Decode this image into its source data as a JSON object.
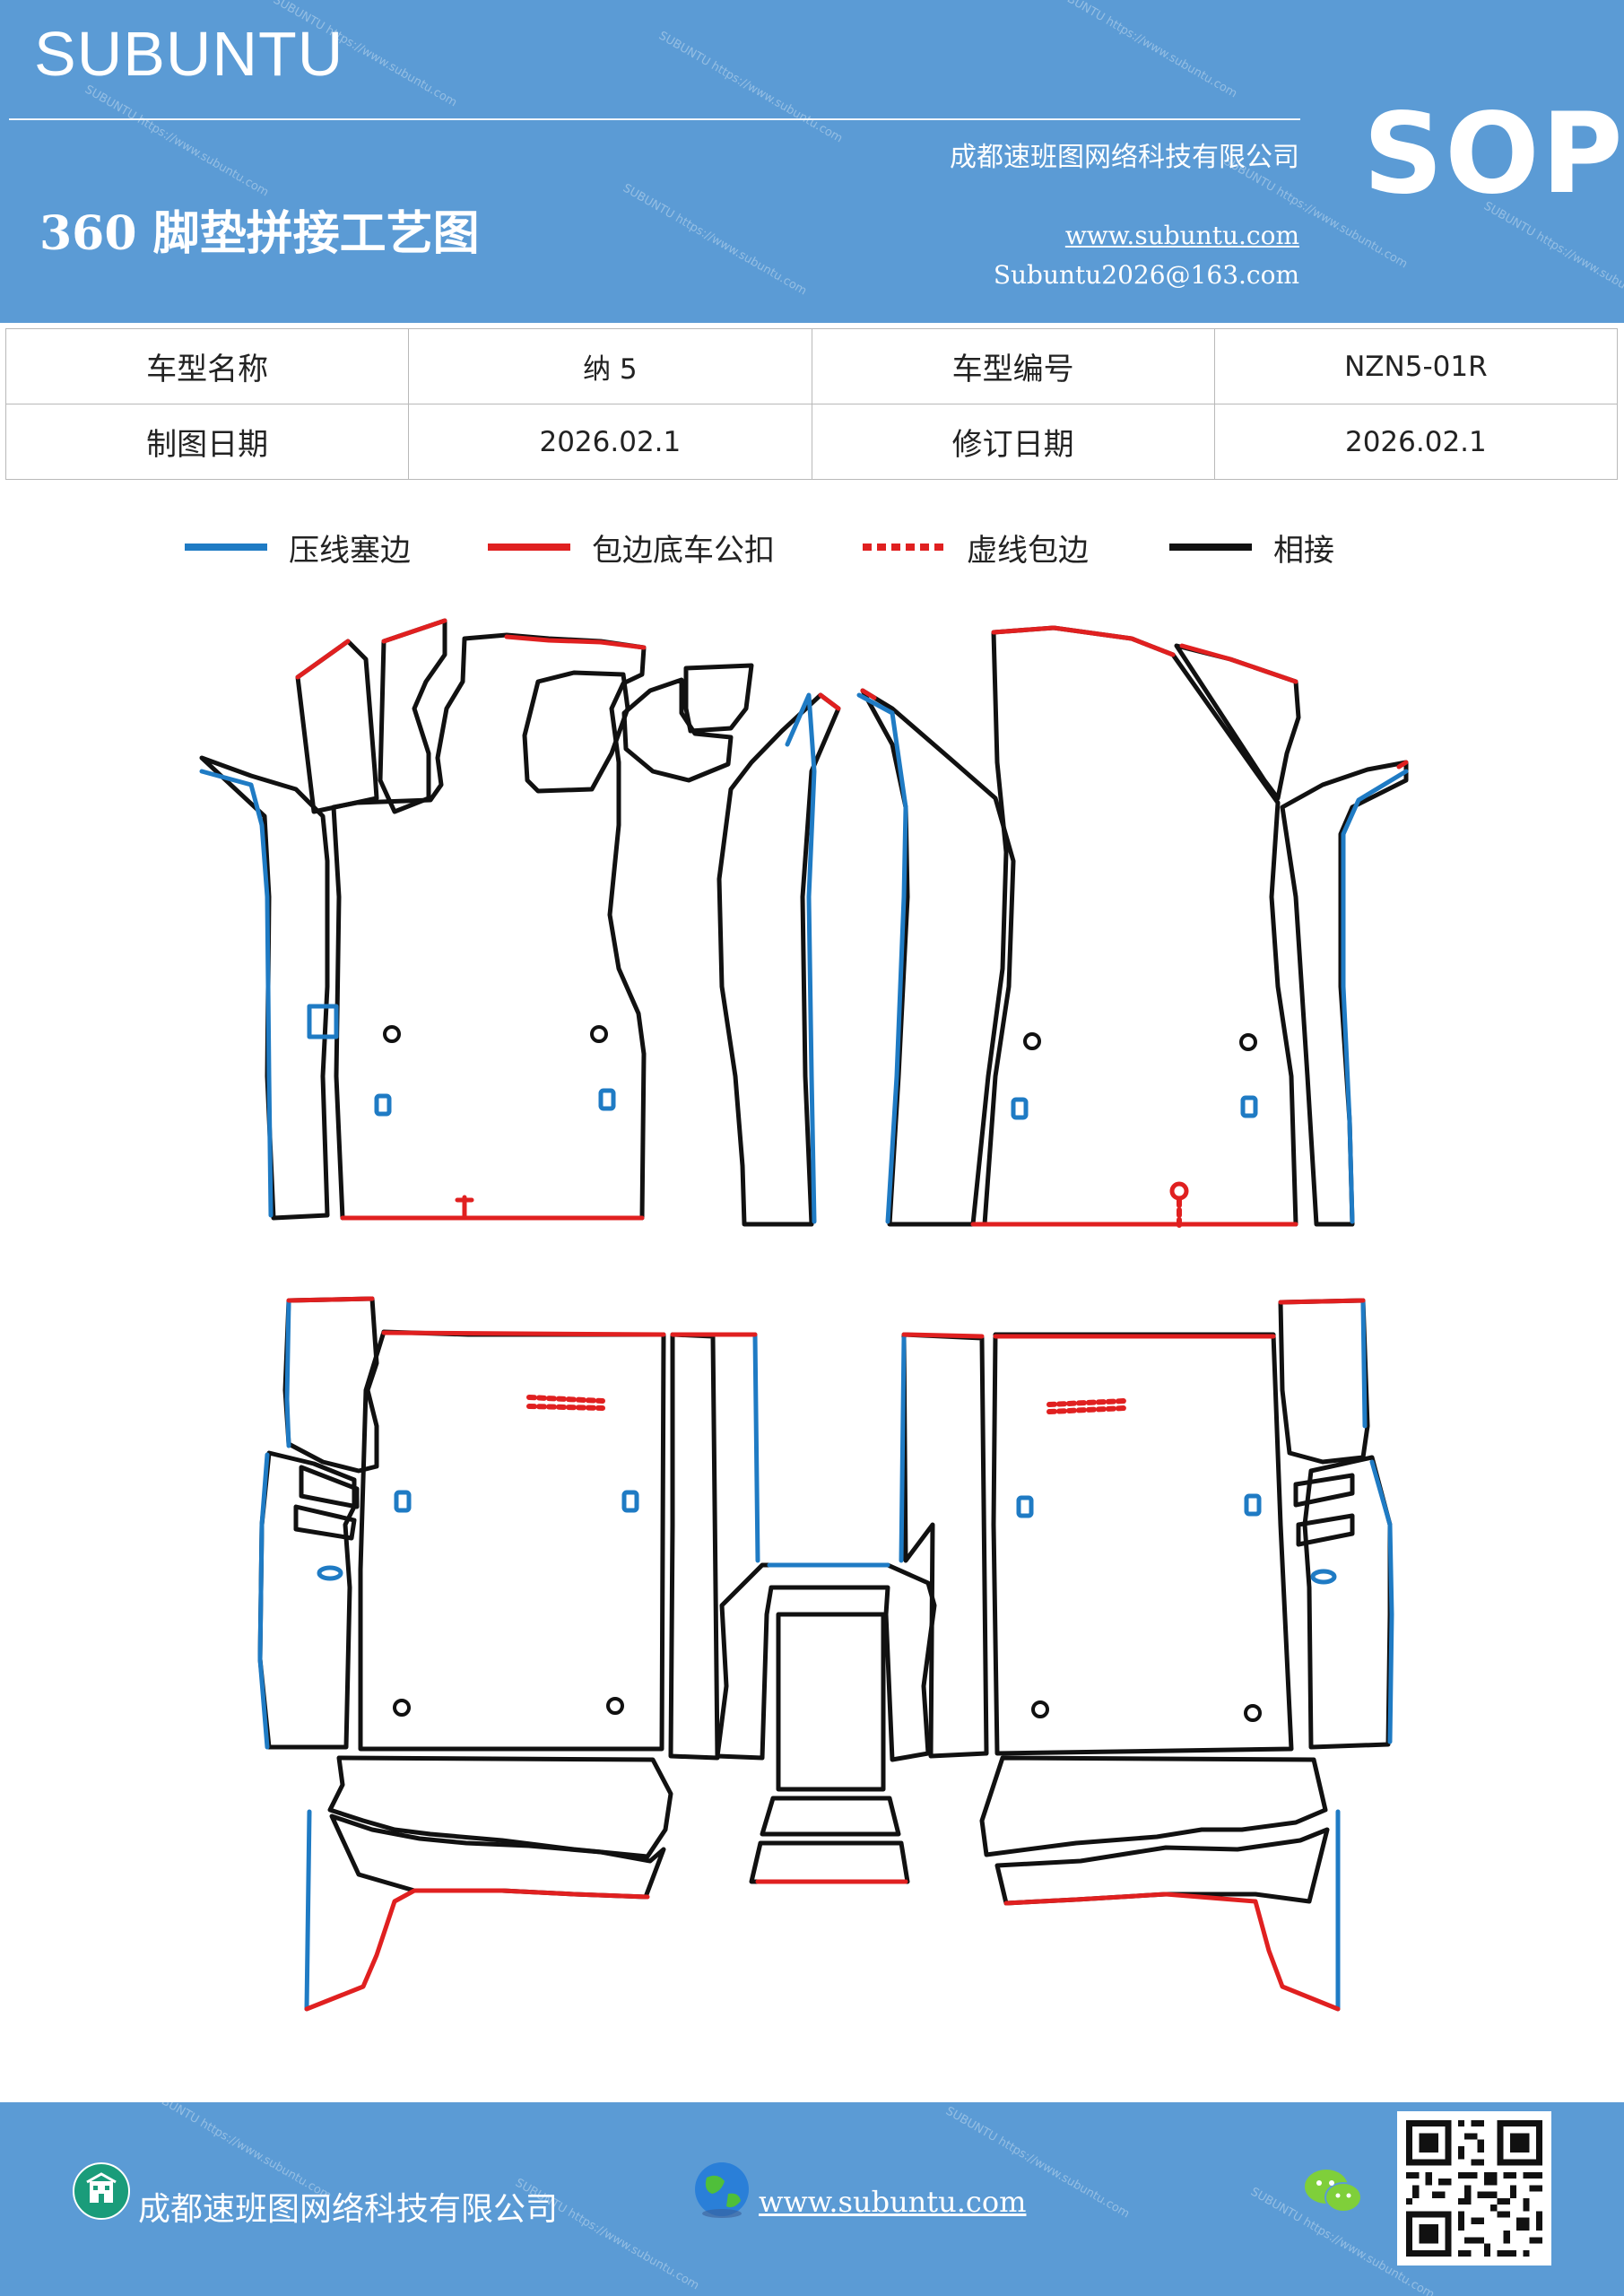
{
  "header": {
    "brand": "SUBUNTU",
    "company": "成都速班图网络科技有限公司",
    "title": "360 脚垫拼接工艺图",
    "website": "www.subuntu.com",
    "email": "Subuntu2026@163.com",
    "badge": "SOP",
    "background_color": "#5b9bd5"
  },
  "info_table": {
    "rows": [
      [
        "车型名称",
        "纳 5",
        "车型编号",
        "NZN5-01R"
      ],
      [
        "制图日期",
        "2026.02.1",
        "修订日期",
        "2026.02.1"
      ]
    ]
  },
  "legend": [
    {
      "label": "压线塞边",
      "color": "#1f7bc4",
      "style": "solid"
    },
    {
      "label": "包边底车公扣",
      "color": "#e02020",
      "style": "solid"
    },
    {
      "label": "虚线包边",
      "color": "#e02020",
      "style": "dotted"
    },
    {
      "label": "相接",
      "color": "#111111",
      "style": "solid"
    }
  ],
  "footer": {
    "company": "成都速班图网络科技有限公司",
    "website": "www.subuntu.com",
    "icons": [
      "building-icon",
      "globe-icon",
      "wechat-icon",
      "qr-code"
    ]
  }
}
